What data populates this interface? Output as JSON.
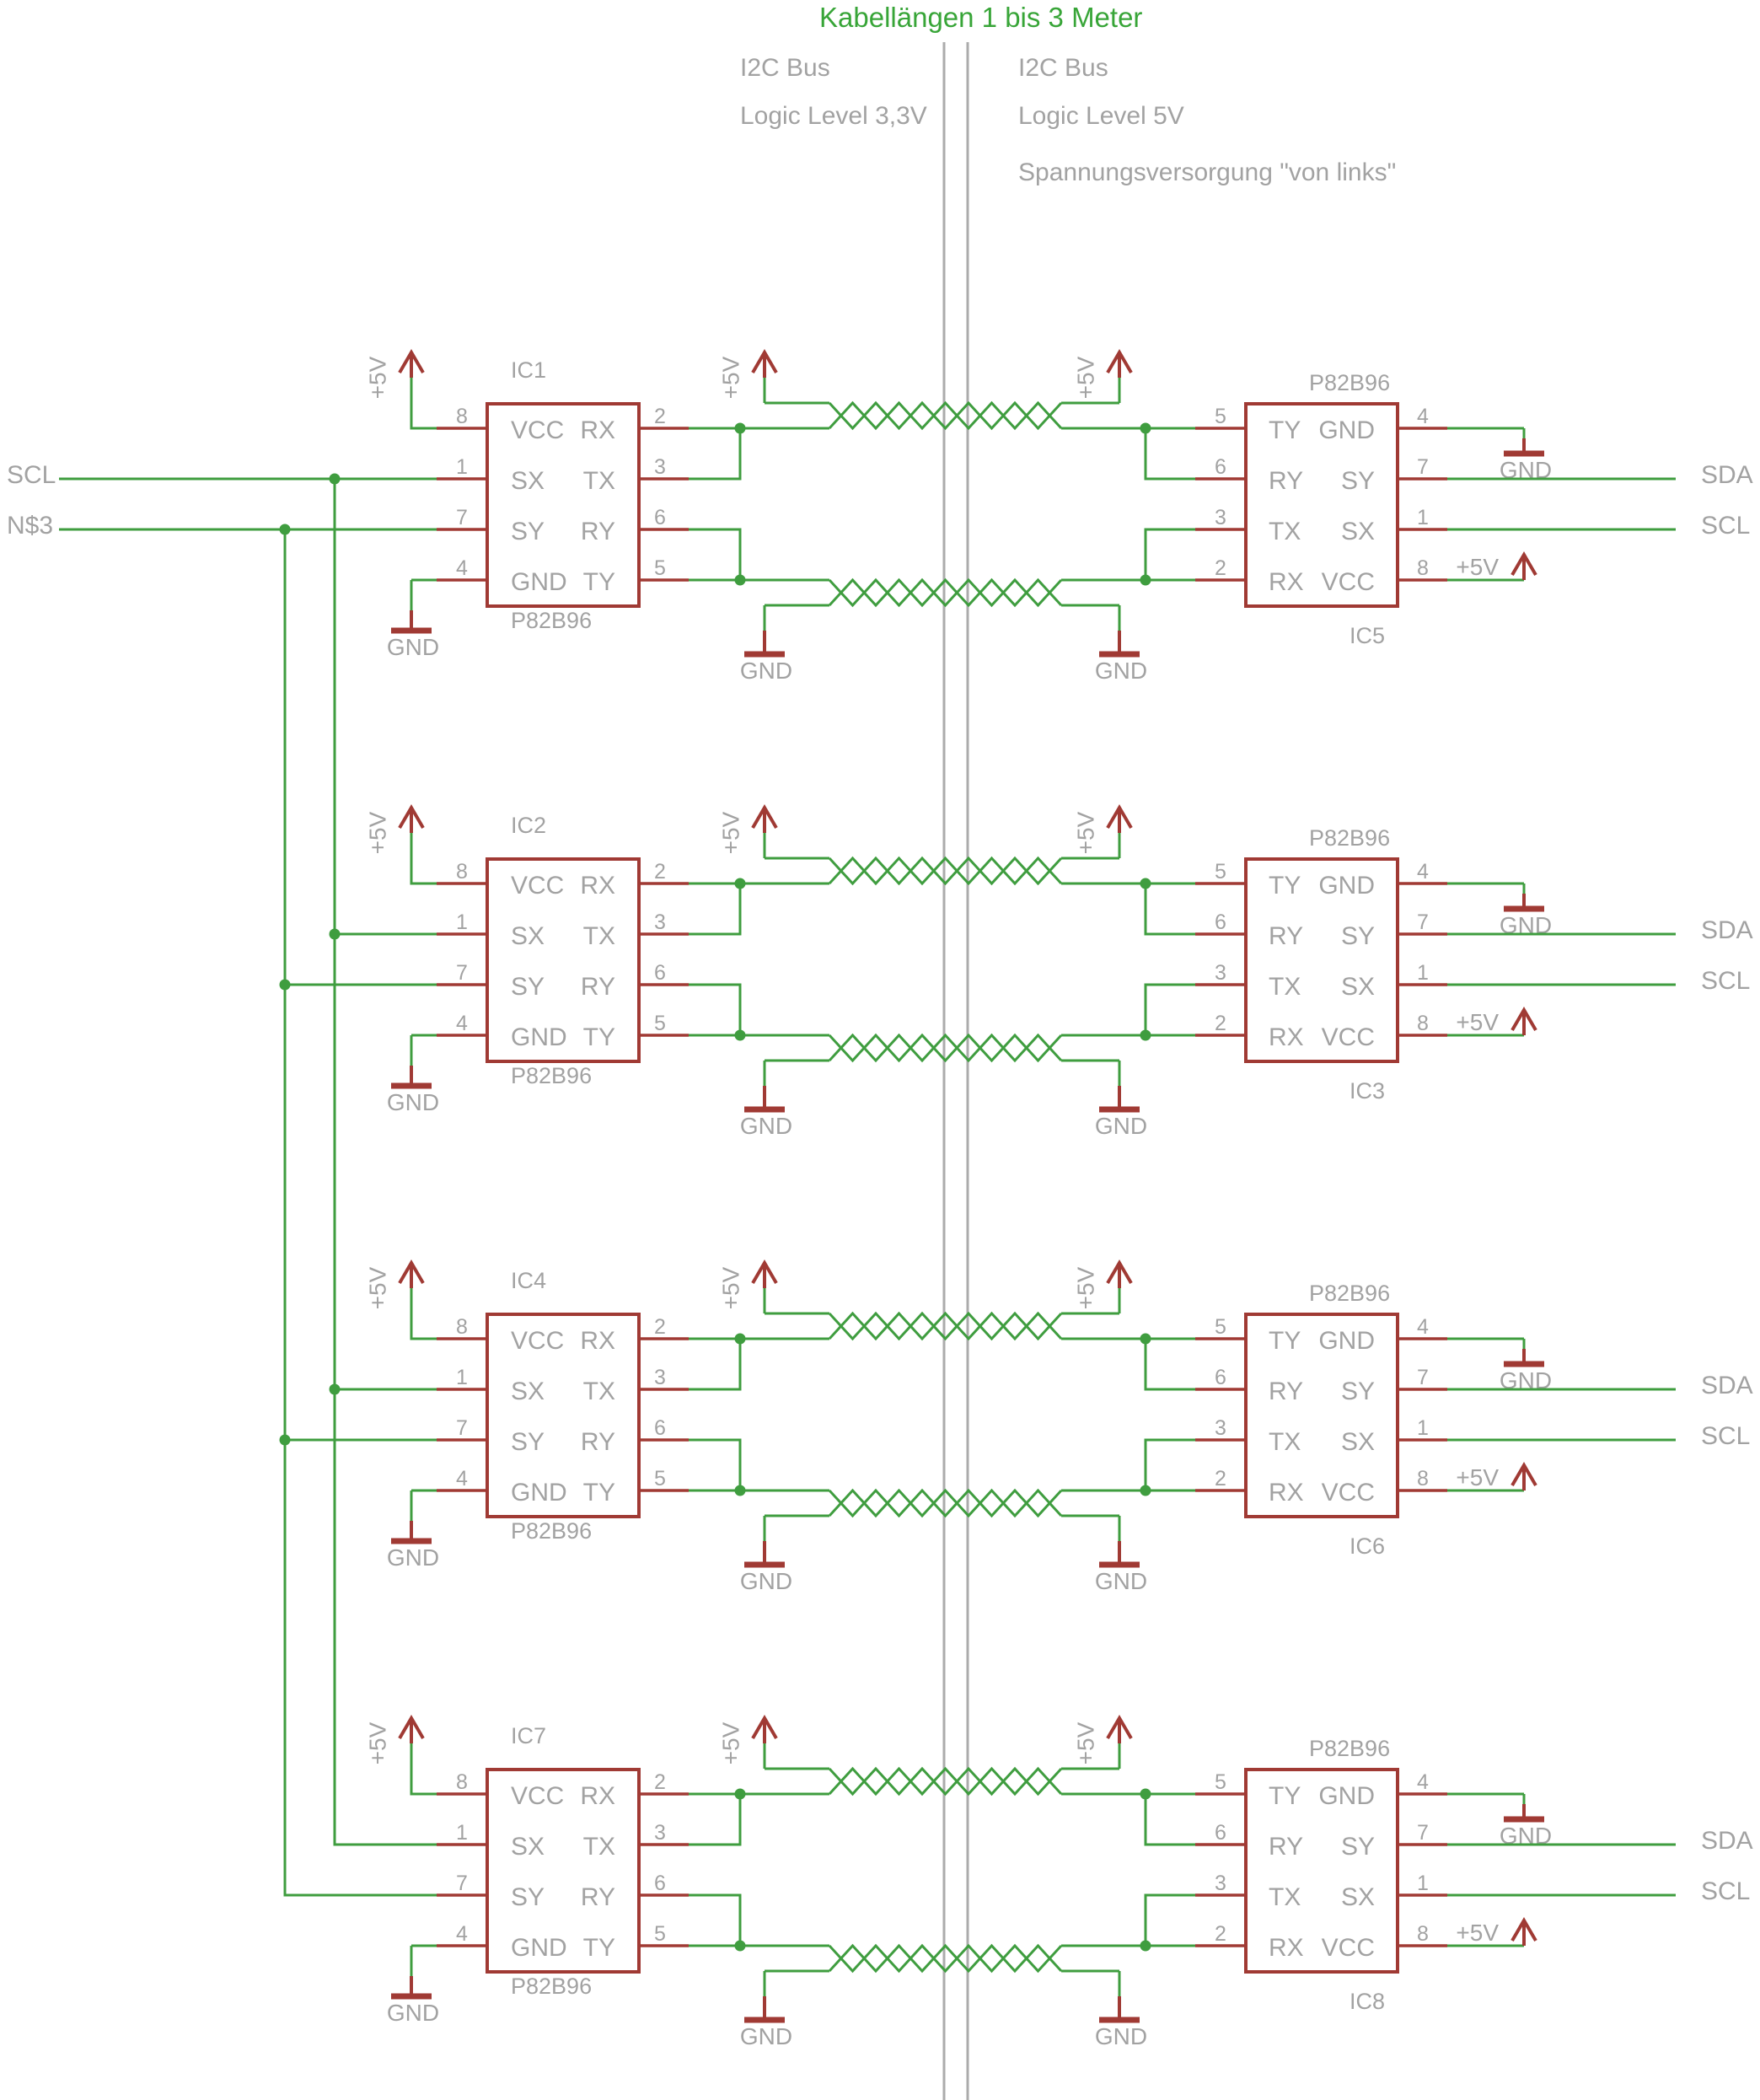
{
  "title": {
    "text": "Kabellängen 1 bis 3 Meter"
  },
  "annotations": {
    "left": [
      "I2C Bus",
      "Logic Level 3,3V"
    ],
    "right": [
      "I2C Bus",
      "Logic Level 5V",
      "Spannungsversorgung \"von links\""
    ]
  },
  "net_labels": {
    "left_scl": "SCL",
    "left_n3": "N$3",
    "right_sda": "SDA",
    "right_scl": "SCL"
  },
  "power": {
    "supply": "+5V",
    "ground": "GND"
  },
  "ic_value": "P82B96",
  "rows": [
    {
      "left_ic": "IC1",
      "right_ic": "IC5"
    },
    {
      "left_ic": "IC2",
      "right_ic": "IC3"
    },
    {
      "left_ic": "IC4",
      "right_ic": "IC6"
    },
    {
      "left_ic": "IC7",
      "right_ic": "IC8"
    }
  ],
  "pins": {
    "left_ic": {
      "left": [
        {
          "num": "8",
          "label": "VCC"
        },
        {
          "num": "1",
          "label": "SX"
        },
        {
          "num": "7",
          "label": "SY"
        },
        {
          "num": "4",
          "label": "GND"
        }
      ],
      "right": [
        {
          "num": "2",
          "label": "RX"
        },
        {
          "num": "3",
          "label": "TX"
        },
        {
          "num": "6",
          "label": "RY"
        },
        {
          "num": "5",
          "label": "TY"
        }
      ]
    },
    "right_ic": {
      "left": [
        {
          "num": "5",
          "label": "TY"
        },
        {
          "num": "6",
          "label": "RY"
        },
        {
          "num": "3",
          "label": "TX"
        },
        {
          "num": "2",
          "label": "RX"
        }
      ],
      "right": [
        {
          "num": "4",
          "label": "GND"
        },
        {
          "num": "7",
          "label": "SY"
        },
        {
          "num": "1",
          "label": "SX"
        },
        {
          "num": "8",
          "label": "VCC"
        }
      ]
    }
  },
  "colors": {
    "wire": "#3f9d3f",
    "component": "#a03a34",
    "text": "#a2a2a2",
    "title": "#38a538",
    "divider": "#ababab",
    "background": "#ffffff"
  }
}
